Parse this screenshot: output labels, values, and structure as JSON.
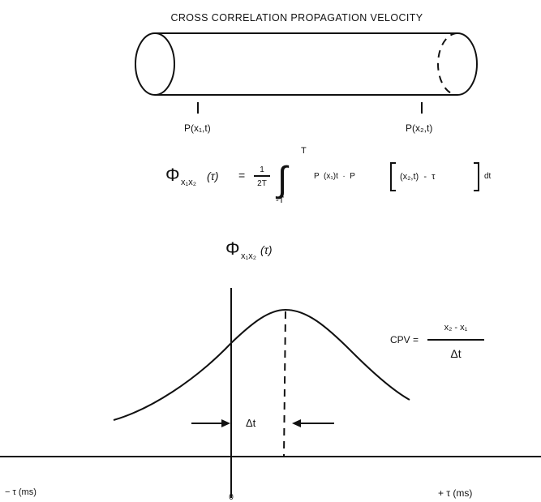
{
  "title": "CROSS CORRELATION PROPAGATION VELOCITY",
  "pipe": {
    "sensor_left": "P(x₁,t)",
    "sensor_right": "P(x₂,t)"
  },
  "equation": {
    "lhs_symbol": "Φ",
    "lhs_sub": "x₁x₂",
    "lhs_arg": "(τ)",
    "equals": "=",
    "frac_num": "1",
    "frac_den": "2T",
    "integral": "∫",
    "upper_limit": "T",
    "lower_limit": "-T",
    "integrand_a": "P  (x₁)t  ·  P",
    "integrand_b": "(x₂,t)  -  τ",
    "differential": "dt"
  },
  "plot": {
    "curve_label_symbol": "Φ",
    "curve_label_sub": "x₁x₂",
    "curve_label_arg": "(τ)",
    "cpv_lhs": "CPV =",
    "cpv_num": "x₂ - x₁",
    "cpv_den": "Δt",
    "delta_label": "Δt",
    "axis_left": "− τ (ms)",
    "axis_right": "+ τ (ms)",
    "origin": "0"
  }
}
